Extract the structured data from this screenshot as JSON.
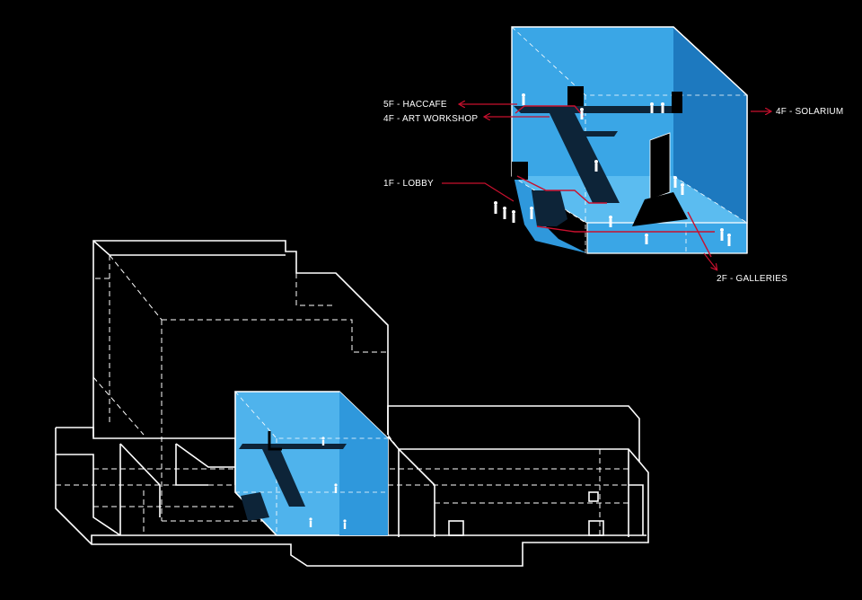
{
  "labels": {
    "haccafe": "5F - HACCAFE",
    "art_workshop": "4F - ART WORKSHOP",
    "lobby": "1F - LOBBY",
    "solarium": "4F - SOLARIUM",
    "galleries": "2F - GALLERIES"
  },
  "colors": {
    "background": "#000000",
    "outline": "#ffffff",
    "glass_light": "#4fb3ec",
    "glass_mid": "#2f98dc",
    "glass_dark": "#1d6fae",
    "arrow": "#c8102e"
  }
}
